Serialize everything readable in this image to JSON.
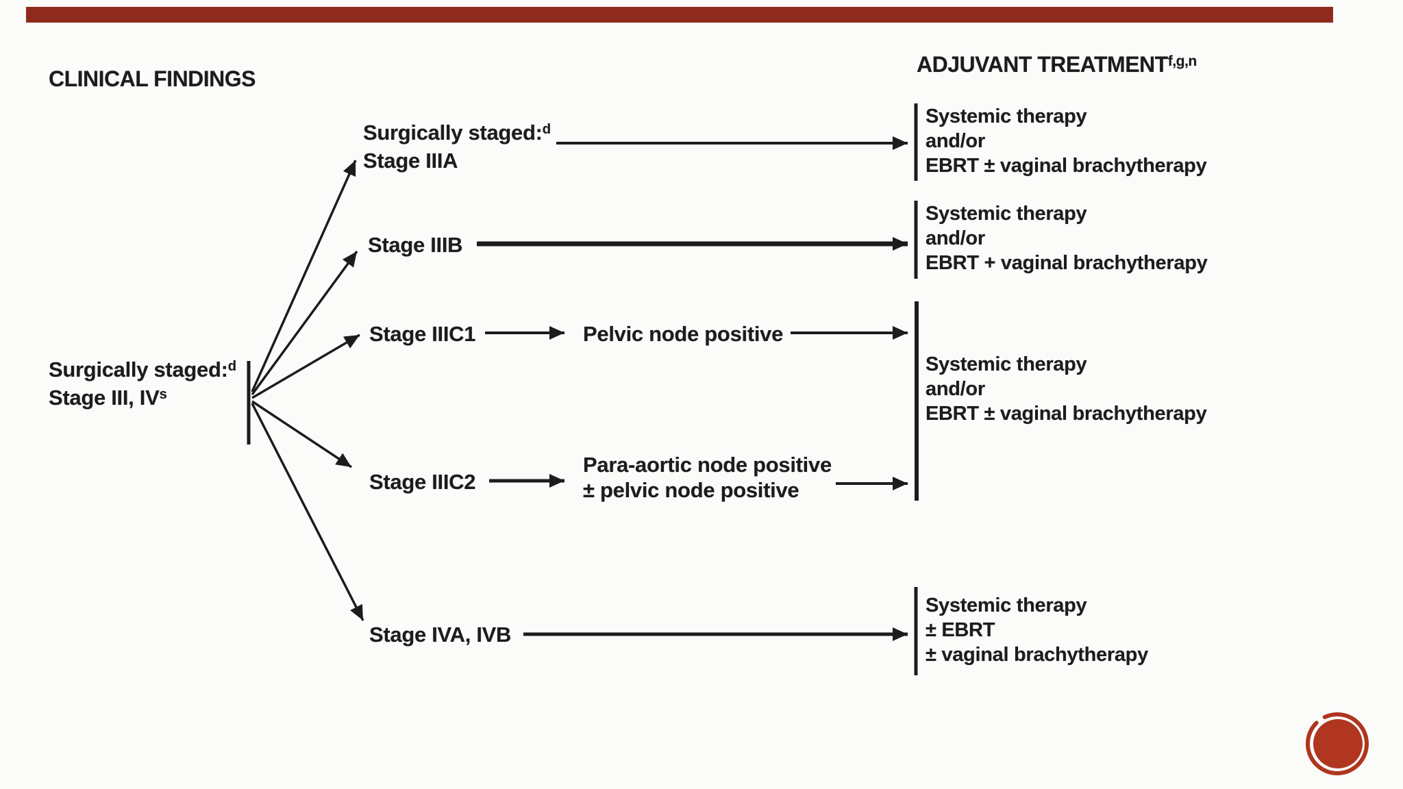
{
  "slide": {
    "headers": {
      "left": "CLINICAL FINDINGS",
      "right": "ADJUVANT TREATMENT",
      "right_superscript": "f,g,n"
    },
    "root": {
      "line1": "Surgically staged:",
      "line1_superscript": "d",
      "line2": "Stage III, IV",
      "line2_superscript": "s"
    },
    "branches": {
      "iiia": {
        "line1": "Surgically staged:",
        "line1_superscript": "d",
        "line2": "Stage IIIA"
      },
      "iiib": {
        "label": "Stage IIIB"
      },
      "iiic1": {
        "label": "Stage IIIC1",
        "finding": "Pelvic node positive"
      },
      "iiic2": {
        "label": "Stage IIIC2",
        "finding_line1": "Para-aortic node positive",
        "finding_line2": "± pelvic node positive"
      },
      "iv": {
        "label": "Stage IVA, IVB"
      }
    },
    "treatments": {
      "iiia": [
        "Systemic therapy",
        "and/or",
        "EBRT ± vaginal brachytherapy"
      ],
      "iiib": [
        "Systemic therapy",
        "and/or",
        "EBRT + vaginal brachytherapy"
      ],
      "iiic": [
        "Systemic therapy",
        "and/or",
        "EBRT ± vaginal brachytherapy"
      ],
      "iv": [
        "Systemic therapy",
        "± EBRT",
        "± vaginal brachytherapy"
      ]
    }
  },
  "colors": {
    "accent-red": "#8e2a1e",
    "badge-red": "#b0361f",
    "ink": "#1c1c1c",
    "bg": "#fbfbfa"
  }
}
